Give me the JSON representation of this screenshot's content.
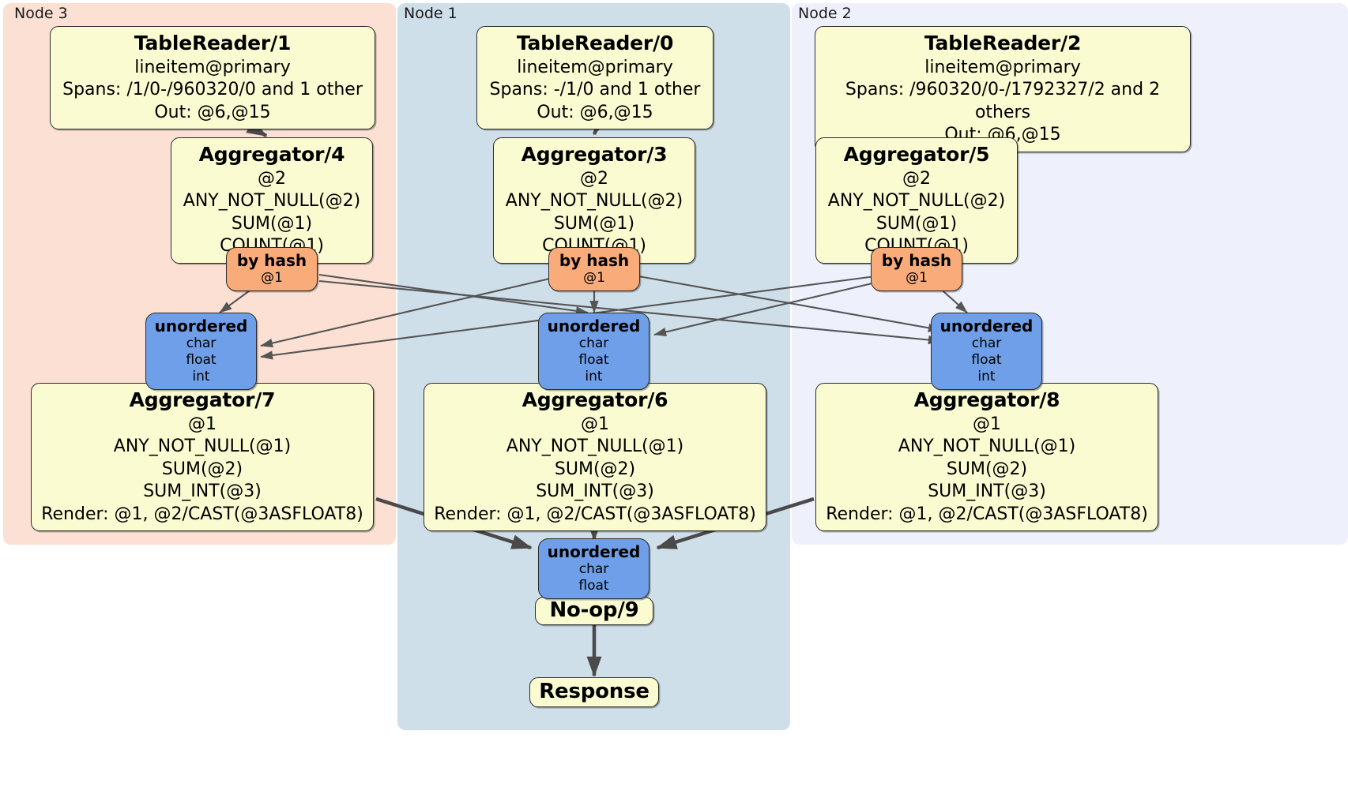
{
  "diagram": {
    "type": "distributed-query-plan",
    "colors": {
      "node3_panel": "#fbe0d3",
      "node1_panel": "#cfdfe9",
      "node2_panel": "#eef1fb",
      "processor_box": "#fbfbd2",
      "hash_router": "#f9ab79",
      "unordered_router": "#6e9fe8",
      "edge": "#555555",
      "thick_edge": "#4a4a4a",
      "border": "#2b2b2b"
    }
  },
  "panels": [
    {
      "id": "node3",
      "label": "Node 3"
    },
    {
      "id": "node1",
      "label": "Node 1"
    },
    {
      "id": "node2",
      "label": "Node 2"
    }
  ],
  "processors": {
    "table_reader_1": {
      "title": "TableReader/1",
      "lines": [
        "lineitem@primary",
        "Spans: /1/0-/960320/0 and 1 other",
        "Out: @6,@15"
      ]
    },
    "table_reader_0": {
      "title": "TableReader/0",
      "lines": [
        "lineitem@primary",
        "Spans: -/1/0 and 1 other",
        "Out: @6,@15"
      ]
    },
    "table_reader_2": {
      "title": "TableReader/2",
      "lines": [
        "lineitem@primary",
        "Spans: /960320/0-/1792327/2 and 2 others",
        "Out: @6,@15"
      ]
    },
    "aggregator_4": {
      "title": "Aggregator/4",
      "lines": [
        "@2",
        "ANY_NOT_NULL(@2)",
        "SUM(@1)",
        "COUNT(@1)"
      ]
    },
    "aggregator_3": {
      "title": "Aggregator/3",
      "lines": [
        "@2",
        "ANY_NOT_NULL(@2)",
        "SUM(@1)",
        "COUNT(@1)"
      ]
    },
    "aggregator_5": {
      "title": "Aggregator/5",
      "lines": [
        "@2",
        "ANY_NOT_NULL(@2)",
        "SUM(@1)",
        "COUNT(@1)"
      ]
    },
    "aggregator_7": {
      "title": "Aggregator/7",
      "lines": [
        "@1",
        "ANY_NOT_NULL(@1)",
        "SUM(@2)",
        "SUM_INT(@3)",
        "Render: @1, @2/CAST(@3ASFLOAT8)"
      ]
    },
    "aggregator_6": {
      "title": "Aggregator/6",
      "lines": [
        "@1",
        "ANY_NOT_NULL(@1)",
        "SUM(@2)",
        "SUM_INT(@3)",
        "Render: @1, @2/CAST(@3ASFLOAT8)"
      ]
    },
    "aggregator_8": {
      "title": "Aggregator/8",
      "lines": [
        "@1",
        "ANY_NOT_NULL(@1)",
        "SUM(@2)",
        "SUM_INT(@3)",
        "Render: @1, @2/CAST(@3ASFLOAT8)"
      ]
    },
    "noop_9": {
      "title": "No-op/9"
    },
    "response": {
      "title": "Response"
    }
  },
  "routers": {
    "hash_left": {
      "title": "by hash",
      "lines": [
        "@1"
      ]
    },
    "hash_mid": {
      "title": "by hash",
      "lines": [
        "@1"
      ]
    },
    "hash_right": {
      "title": "by hash",
      "lines": [
        "@1"
      ]
    },
    "unord_left": {
      "title": "unordered",
      "lines": [
        "char",
        "float",
        "int"
      ]
    },
    "unord_mid": {
      "title": "unordered",
      "lines": [
        "char",
        "float",
        "int"
      ]
    },
    "unord_right": {
      "title": "unordered",
      "lines": [
        "char",
        "float",
        "int"
      ]
    },
    "unord_final": {
      "title": "unordered",
      "lines": [
        "char",
        "float"
      ]
    }
  }
}
